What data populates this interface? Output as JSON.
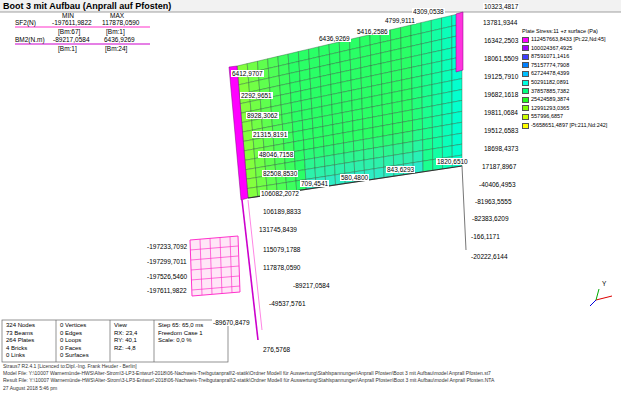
{
  "diagram": {
    "title": "Boot 3 mit Aufbau (Anprall auf Pfosten)",
    "labels": [
      "MIN",
      "MAX",
      "SF2(N)",
      "-197611,9822",
      "117878,0590",
      "[Bm:67]",
      "[Bm:1]",
      "BM2(N.m)",
      "-89217,0584",
      "6436,9269",
      "[Bm:1]",
      "[Bm:24]",
      "4309,0538",
      "4799,9111",
      "10323,4817",
      "13781,9344",
      "6436,9269",
      "5416,2586",
      "16342,2503",
      "6412,9707",
      "18061,5509",
      "2292,9651",
      "19125,7910",
      "8928,3062",
      "19682,1618",
      "21315,8191",
      "19811,0684",
      "48046,7158",
      "19512,6583",
      "82508,8530",
      "18698,4373",
      "106082,2072",
      "17187,8967",
      "1820,6510",
      "106189,8833",
      "843,6293",
      "-40406,4953",
      "131745,8439",
      "709,4541",
      "580,4800",
      "-81963,5555",
      "-82383,6209",
      "-166,1171",
      "-20222,6144",
      "-197233,7092",
      "-197299,7011",
      "-197526,5460",
      "-197611,9822",
      "115079,1788",
      "117878,0590",
      "-89217,0584",
      "-49537,5761",
      "-89670,8479",
      "276,5768",
      "324 Nodes",
      "73 Beams",
      "264 Plates",
      "4 Bricks",
      "0 Links",
      "0 Vertices",
      "0 Edges",
      "0 Loops",
      "0 Faces",
      "0 Surfaces",
      "View",
      "RX: 23,4",
      "RY: 40,1",
      "RZ: -4,8",
      "Step 65: 65,0 ms",
      "Freedom Case 1",
      "Scale: 0,0 %",
      "Straus7 R2.4.1 [Licenced to:Dipl.-Ing. Frank Heuder - Berlin]",
      "Model File: Y:\\10007 Warnemünde-HWS\\Alter-Strom\\3-LP3-Entwurf-2018\\06-Nachweis-Treibgutanprall\\2-statik\\Ordner Modell für Auswertung\\Stahlspannungen\\Anprall Pfosten\\Boot 3 mit Aufbau\\model Anprall Pfosten.st7",
      "Result File: Y:\\10007 Warnemünde-HWS\\Alter-Strom\\3-LP3-Entwurf-2018\\06-Nachweis-Treibgutanprall\\2-statik\\Ordner Modell für Auswertung\\Stahlspannungen\\Anprall Pfosten\\Boot 3 mit Aufbau\\model Anprall Pfosten.NTA",
      "27 August 2018  5:46 pm",
      "Y"
    ],
    "legend": [
      {
        "text": "Plate Stress:11 +z surface (Pa)"
      },
      {
        "text": "112457663,8433 [Pt:22,Nd:45]",
        "color": "#ff00ff"
      },
      {
        "text": "100024367,4925",
        "color": "#a000ff"
      },
      {
        "text": "87591071,1416",
        "color": "#4040ff"
      },
      {
        "text": "75157774,7908",
        "color": "#0080ff"
      },
      {
        "text": "62724478,4399",
        "color": "#00c0ff"
      },
      {
        "text": "50291182,0891",
        "color": "#00ffe0"
      },
      {
        "text": "37857885,7382",
        "color": "#00ff80"
      },
      {
        "text": "25424589,3874",
        "color": "#20ff20"
      },
      {
        "text": "12991293,0365",
        "color": "#80ff00"
      },
      {
        "text": "557996,6857",
        "color": "#d0ff00"
      },
      {
        "text": "-5658651,4897 [Pt:211,Nd:242]",
        "color": "#ffff00"
      }
    ]
  }
}
